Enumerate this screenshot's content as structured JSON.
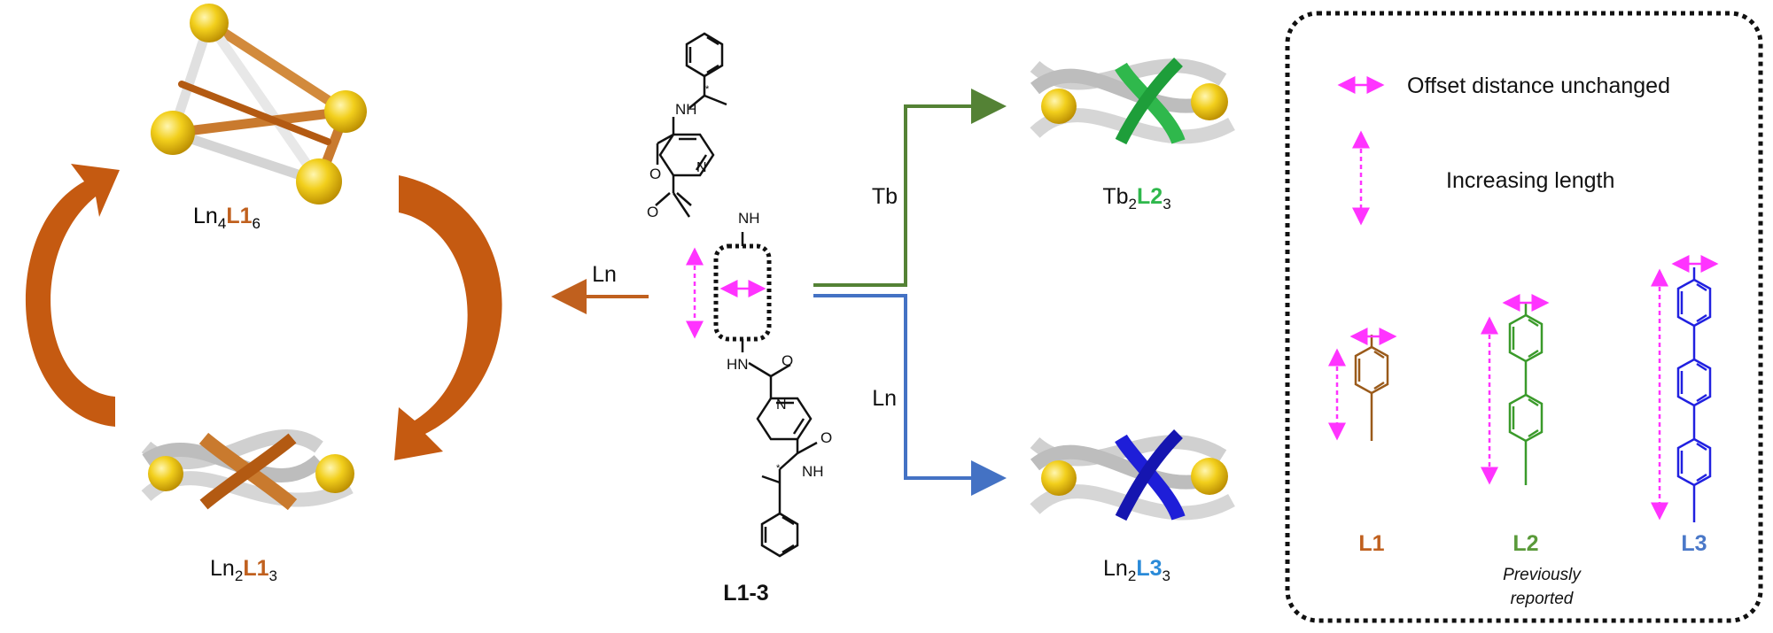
{
  "figure": {
    "tetrahedron_label": {
      "prefix": "Ln",
      "sub1": "4",
      "mid": "L1",
      "sub2": "6"
    },
    "helicate_left_label": {
      "prefix": "Ln",
      "sub1": "2",
      "mid": "L1",
      "sub2": "3"
    },
    "helicate_tb_label": {
      "prefix": "Tb",
      "sub1": "2",
      "mid": "L2",
      "sub2": "3"
    },
    "helicate_ln_label": {
      "prefix": "Ln",
      "sub1": "2",
      "mid": "L3",
      "sub2": "3"
    },
    "arrow_left_label": "Ln",
    "arrow_tb_label": "Tb",
    "arrow_ln_label": "Ln",
    "ligand_label": "L1-3",
    "atoms": {
      "nh": "NH",
      "hn": "HN",
      "o": "O",
      "n": "N",
      "star": "*"
    }
  },
  "legend": {
    "offset_text": "Offset distance unchanged",
    "length_text": "Increasing length",
    "ligands": [
      {
        "name": "L1",
        "color": "#c0601e"
      },
      {
        "name": "L2",
        "color": "#5a9a3a"
      },
      {
        "name": "L3",
        "color": "#4a78c8"
      }
    ],
    "note_line1": "Previously",
    "note_line2": "reported"
  },
  "colors": {
    "brown": "#c0601e",
    "green": "#548235",
    "blue": "#4472c4",
    "magenta": "#ff33ff",
    "gold": "#f2cf1c",
    "strand_green": "#2fb84c",
    "strand_blue": "#1e1ed8"
  }
}
